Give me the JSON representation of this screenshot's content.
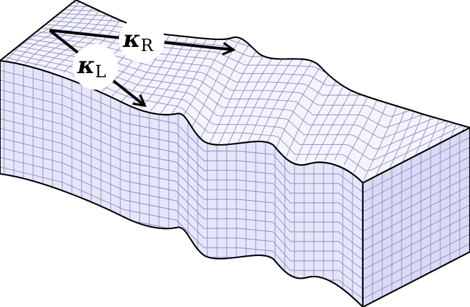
{
  "labels": {
    "right": {
      "symbol": "κ",
      "subscript": "R"
    },
    "left": {
      "symbol": "κ",
      "subscript": "L"
    }
  },
  "colors": {
    "surface": "#f4f4ff",
    "left_face": "#e6e6fb",
    "right_face": "#dadaf6",
    "grid": "#8a89bd",
    "outline": "#000000",
    "label_bg": "#ffffff"
  }
}
